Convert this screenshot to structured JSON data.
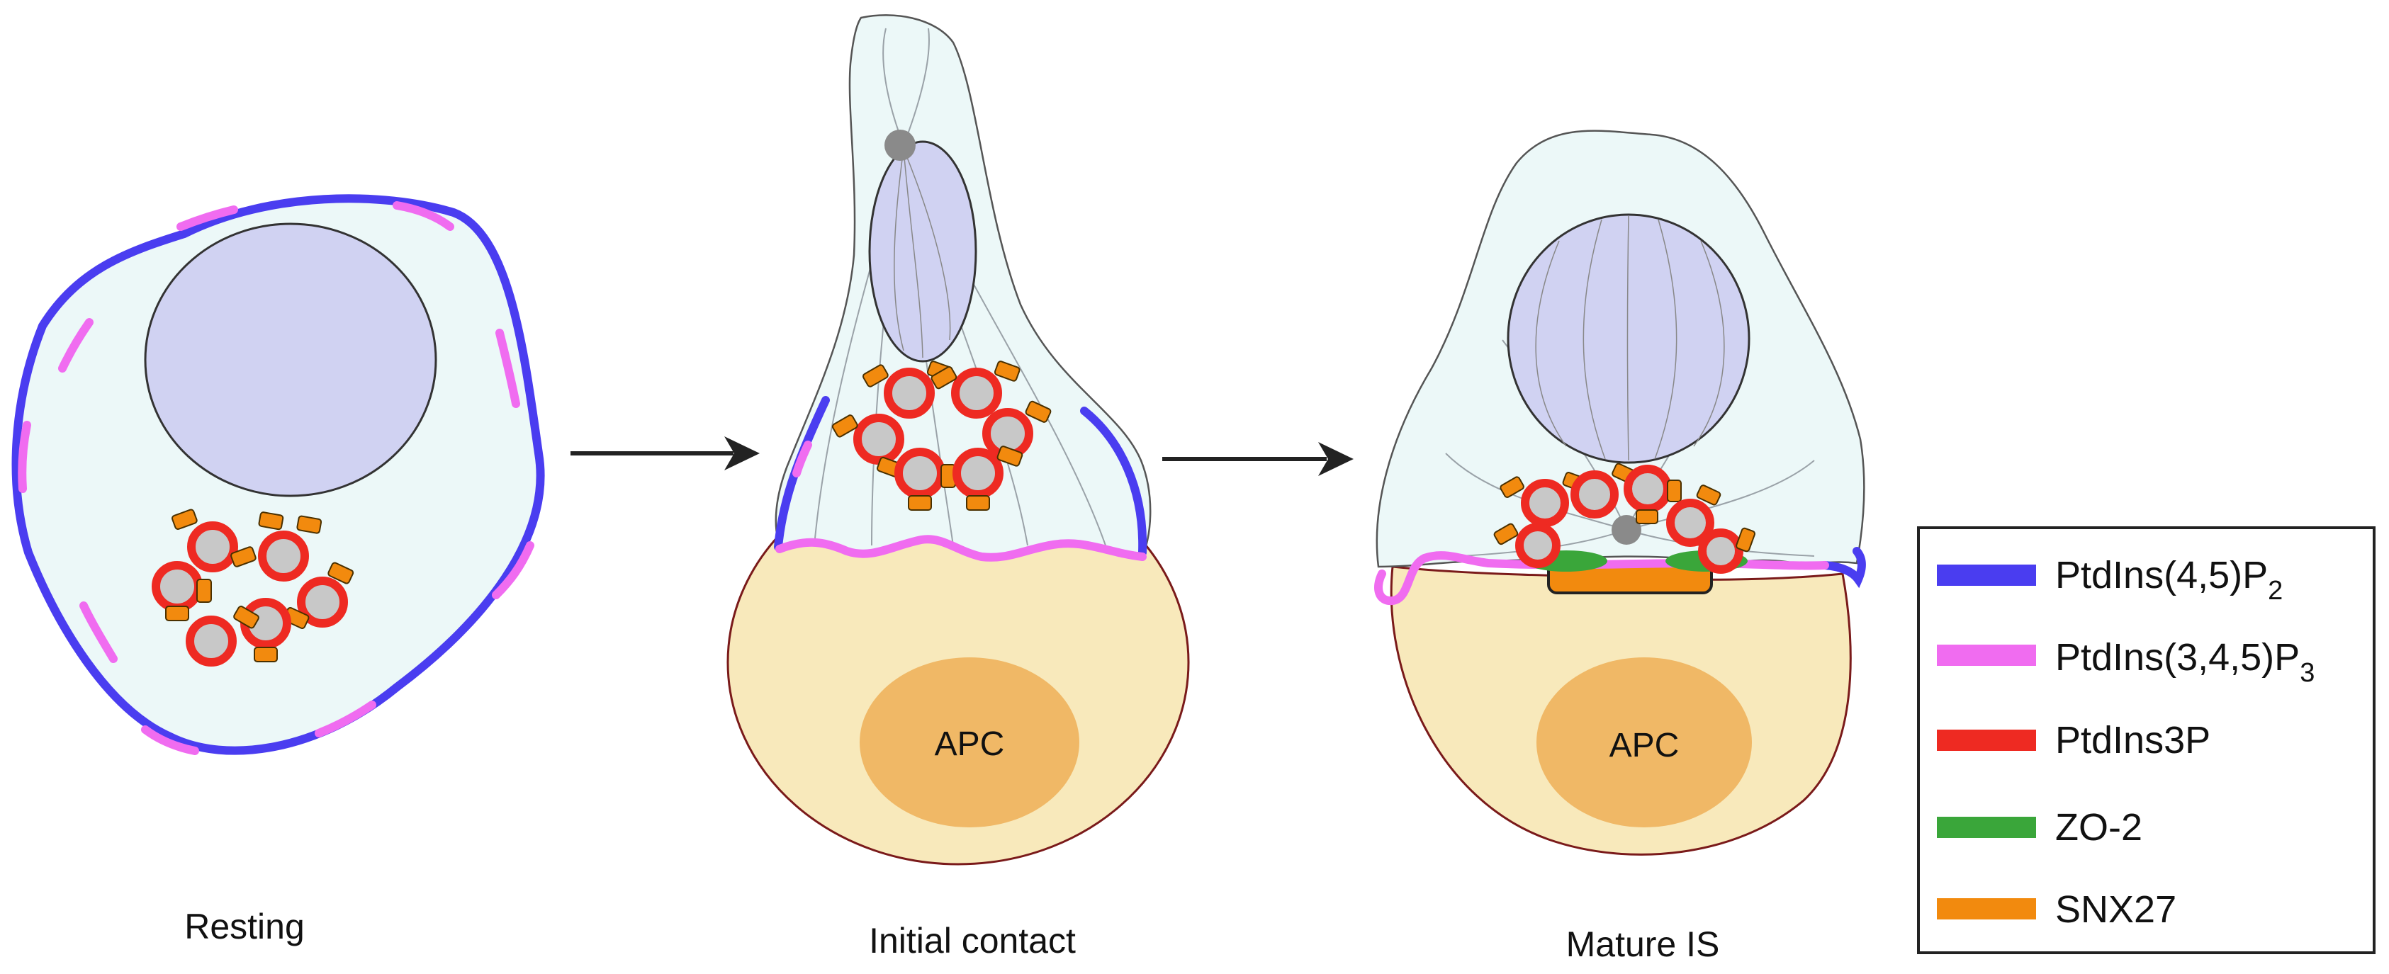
{
  "stages": [
    {
      "label": "Resting"
    },
    {
      "label": "Initial contact"
    },
    {
      "label": "Mature IS"
    }
  ],
  "apc_label": "APC",
  "legend": [
    {
      "base": "PtdIns(4,5)P",
      "sub": "2",
      "color": "#4a3df0"
    },
    {
      "base": "PtdIns(3,4,5)P",
      "sub": "3",
      "color": "#f06cf0"
    },
    {
      "base": "PtdIns3P",
      "sub": "",
      "color": "#ee2a22"
    },
    {
      "base": "ZO-2",
      "sub": "",
      "color": "#3aa63a"
    },
    {
      "base": "SNX27",
      "sub": "",
      "color": "#f28a0e"
    }
  ],
  "colors": {
    "cytoplasm": "#ecf8f8",
    "nucleus": "#d0d2f2",
    "apc_body": "#f8e9bb",
    "apc_nucleus": "#f0b866",
    "centrosome": "#8a8a8a",
    "outline": "#333333"
  }
}
